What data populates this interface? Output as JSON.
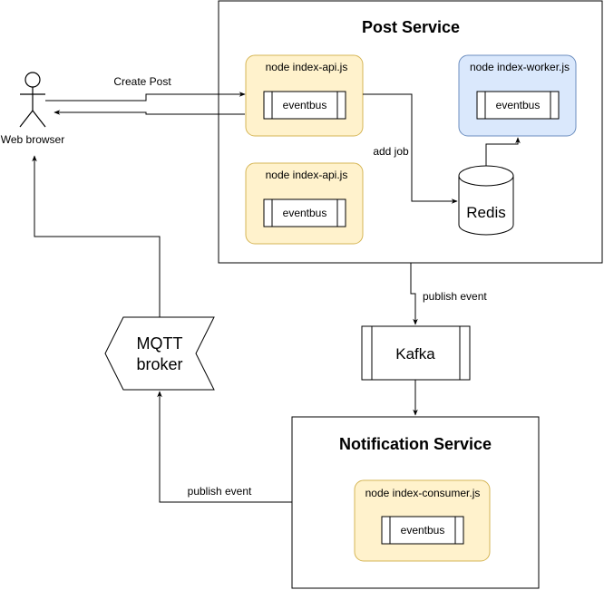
{
  "diagram": {
    "actor": {
      "label": "Web browser"
    },
    "post_service": {
      "title": "Post Service",
      "api_node_1": {
        "label": "node index-api.js",
        "module": "eventbus"
      },
      "api_node_2": {
        "label": "node index-api.js",
        "module": "eventbus"
      },
      "worker_node": {
        "label": "node index-worker.js",
        "module": "eventbus"
      },
      "redis": {
        "label": "Redis"
      }
    },
    "kafka": {
      "label": "Kafka"
    },
    "mqtt": {
      "line1": "MQTT",
      "line2": "broker"
    },
    "notification_service": {
      "title": "Notification Service",
      "consumer_node": {
        "label": "node index-consumer.js",
        "module": "eventbus"
      }
    },
    "edges": {
      "create_post": "Create Post",
      "add_job": "add job",
      "publish_event_kafka": "publish event",
      "publish_event_mqtt": "publish event"
    },
    "colors": {
      "node_fill": "#fff2cc",
      "node_stroke": "#d6b656",
      "worker_fill": "#dae8fc",
      "worker_stroke": "#6c8ebf"
    }
  }
}
